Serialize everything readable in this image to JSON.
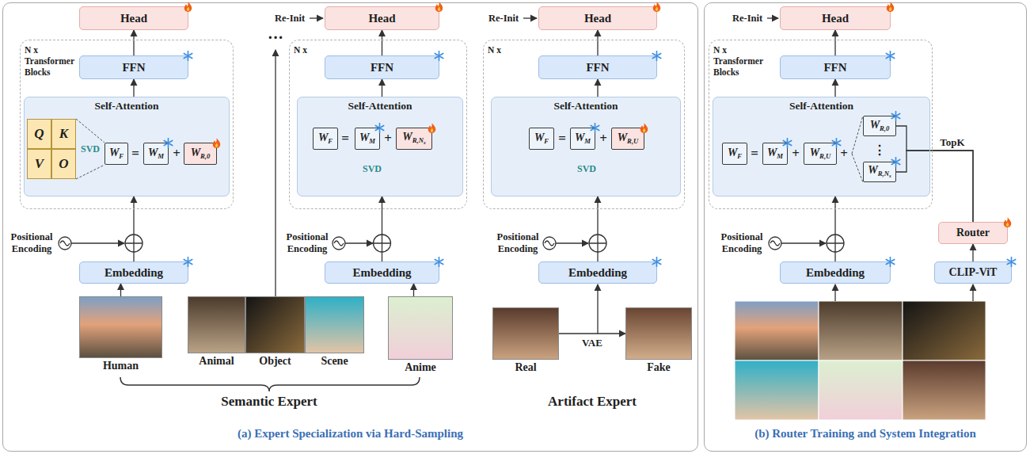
{
  "diagram": {
    "nodes": [
      {
        "text": [
          "(a) Expert Specialization via Hard-Sampling"
        ]
      },
      {
        "text": [
          "Head"
        ],
        "in": 0
      },
      {
        "text": [
          "N x Transformer Blocks"
        ],
        "in": 0
      },
      {
        "text": [
          "FFN"
        ],
        "in": 2
      },
      {
        "text": [
          "Self-Attention"
        ],
        "in": 2
      },
      {
        "text": [
          "Q"
        ],
        "in": 4
      },
      {
        "text": [
          "K"
        ],
        "in": 4
      },
      {
        "text": [
          "V"
        ],
        "in": 4
      },
      {
        "text": [
          "O"
        ],
        "in": 4
      },
      {
        "text": [
          "W",
          "F"
        ],
        "in": 4
      },
      {
        "text": [
          "W",
          "M"
        ],
        "in": 4
      },
      {
        "text": [
          "W",
          "R,0"
        ],
        "in": 4
      },
      {
        "text": [
          "Embedding"
        ],
        "in": 0
      },
      {
        "text": [
          "Human"
        ],
        "in": 0
      },
      {
        "text": [
          "Animal"
        ],
        "in": 0
      },
      {
        "text": [
          "Object"
        ],
        "in": 0
      },
      {
        "text": [
          "Scene"
        ],
        "in": 0
      },
      {
        "text": [
          "Head"
        ],
        "in": 0
      },
      {
        "text": [
          "N x"
        ],
        "in": 0
      },
      {
        "text": [
          "FFN"
        ],
        "in": 18
      },
      {
        "text": [
          "Self-Attention"
        ],
        "in": 18
      },
      {
        "text": [
          "W",
          "F"
        ],
        "in": 20
      },
      {
        "text": [
          "W",
          "M"
        ],
        "in": 20
      },
      {
        "text": [
          "W",
          "R,N",
          "s"
        ],
        "in": 20
      },
      {
        "text": [
          "Embedding"
        ],
        "in": 0
      },
      {
        "text": [
          "Anime"
        ],
        "in": 0
      },
      {
        "text": [
          "Head"
        ],
        "in": 0
      },
      {
        "text": [
          "N x"
        ],
        "in": 0
      },
      {
        "text": [
          "FFN"
        ],
        "in": 27
      },
      {
        "text": [
          "Self-Attention"
        ],
        "in": 27
      },
      {
        "text": [
          "W",
          "F"
        ],
        "in": 29
      },
      {
        "text": [
          "W",
          "M"
        ],
        "in": 29
      },
      {
        "text": [
          "W",
          "R,U"
        ],
        "in": 29
      },
      {
        "text": [
          "Embedding"
        ],
        "in": 0
      },
      {
        "text": [
          "Real"
        ],
        "in": 0
      },
      {
        "text": [
          "Fake"
        ],
        "in": 0
      },
      {
        "text": [
          "(b) Router Training and System Integration"
        ]
      },
      {
        "text": [
          "Head"
        ],
        "in": 36
      },
      {
        "text": [
          "N x Transformer Blocks"
        ],
        "in": 36
      },
      {
        "text": [
          "FFN"
        ],
        "in": 38
      },
      {
        "text": [
          "Self-Attention"
        ],
        "in": 38
      },
      {
        "text": [
          "W",
          "F"
        ],
        "in": 40
      },
      {
        "text": [
          "W",
          "M"
        ],
        "in": 40
      },
      {
        "text": [
          "W",
          "R,U"
        ],
        "in": 40
      },
      {
        "text": [
          "W",
          "R,0"
        ],
        "in": 40
      },
      {
        "text": [
          "W",
          "R,N",
          "s"
        ],
        "in": 40
      },
      {
        "text": [
          "Embedding"
        ],
        "in": 36
      },
      {
        "text": [
          "Router"
        ],
        "in": 36
      },
      {
        "text": [
          "CLIP-ViT"
        ],
        "in": 36
      }
    ],
    "edges": [
      {
        "from": 13,
        "to": 12,
        "arrow": "to"
      },
      {
        "from": 12,
        "to": 4,
        "arrow": "to"
      },
      {
        "from": 4,
        "to": 3,
        "arrow": "to"
      },
      {
        "from": 3,
        "to": 1,
        "arrow": "to"
      },
      {
        "from": 6,
        "to": 9,
        "arrow": "none"
      },
      {
        "from": 8,
        "to": 9,
        "arrow": "none"
      },
      {
        "from": 25,
        "to": 24,
        "arrow": "to"
      },
      {
        "from": 24,
        "to": 20,
        "arrow": "to"
      },
      {
        "from": 20,
        "to": 19,
        "arrow": "to"
      },
      {
        "from": 19,
        "to": 17,
        "arrow": "to"
      },
      {
        "from": 34,
        "to": 35,
        "label": "VAE",
        "arrow": "to"
      },
      {
        "from": 33,
        "to": 29,
        "arrow": "to"
      },
      {
        "from": 29,
        "to": 28,
        "arrow": "to"
      },
      {
        "from": 28,
        "to": 26,
        "arrow": "to"
      },
      {
        "from": 46,
        "to": 40,
        "arrow": "to"
      },
      {
        "from": 40,
        "to": 39,
        "arrow": "to"
      },
      {
        "from": 39,
        "to": 37,
        "arrow": "to"
      },
      {
        "from": 48,
        "to": 47,
        "arrow": "to"
      },
      {
        "from": 47,
        "to": 44,
        "label": "TopK",
        "arrow": "none"
      },
      {
        "from": 47,
        "to": 45,
        "arrow": "none"
      }
    ],
    "labels": [
      "Re-Init",
      "Re-Init",
      "Re-Init",
      "Positional Encoding",
      "Positional Encoding",
      "Positional Encoding",
      "Positional Encoding",
      "SVD",
      "SVD",
      "SVD",
      "=",
      "=",
      "=",
      "=",
      "+",
      "+",
      "+",
      "+",
      "+",
      "···",
      "⋮",
      "Semantic Expert",
      "Artifact Expert"
    ]
  }
}
